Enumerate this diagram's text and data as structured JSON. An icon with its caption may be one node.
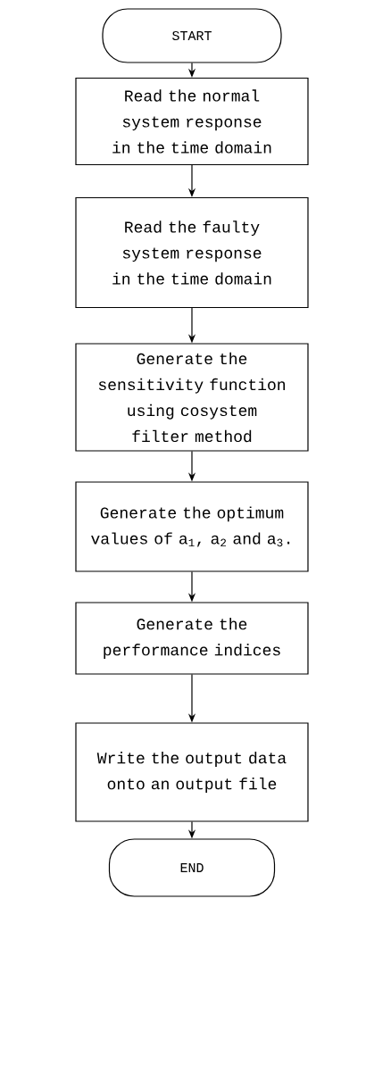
{
  "diagram": {
    "nodes": [
      {
        "text": [
          "START"
        ]
      },
      {
        "text": [
          "Read the normal system response in the time domain"
        ]
      },
      {
        "text": [
          "Read the faulty system response in the time domain"
        ]
      },
      {
        "text": [
          "Generate the sensitivity function using cosystem filter method"
        ]
      },
      {
        "text": [
          "Generate the optimum values of a$_{1}$, a$_{2}$ and a$_{3}$."
        ]
      },
      {
        "text": [
          "Generate the performance indices"
        ]
      },
      {
        "text": [
          "Write the output data onto an output file"
        ]
      },
      {
        "text": [
          "END"
        ]
      }
    ],
    "edges": [
      {
        "from": 0,
        "to": 1,
        "arrow": "to"
      },
      {
        "from": 1,
        "to": 2,
        "arrow": "to"
      },
      {
        "from": 2,
        "to": 3,
        "arrow": "to"
      },
      {
        "from": 3,
        "to": 4,
        "arrow": "to"
      },
      {
        "from": 4,
        "to": 5,
        "arrow": "to"
      },
      {
        "from": 5,
        "to": 6,
        "arrow": "to"
      },
      {
        "from": 6,
        "to": 7,
        "arrow": "to"
      }
    ]
  }
}
